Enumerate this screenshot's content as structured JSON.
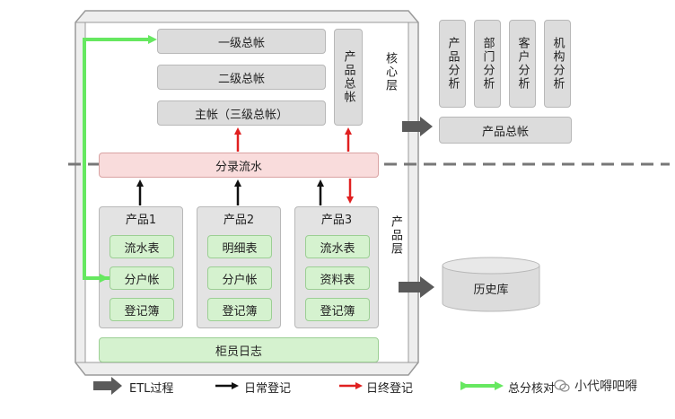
{
  "core": {
    "ledger_level1": "一级总帐",
    "ledger_level2": "二级总帐",
    "main_ledger": "主帐（三级总帐）",
    "product_ledger_vertical": "产品总帐",
    "layer_label": "核心层"
  },
  "analysis": {
    "items": [
      "产品分析",
      "部门分析",
      "客户分析",
      "机构分析"
    ],
    "product_ledger": "产品总帐"
  },
  "journal": {
    "label": "分录流水"
  },
  "products": [
    {
      "title": "产品1",
      "items": [
        "流水表",
        "分户帐",
        "登记簿"
      ]
    },
    {
      "title": "产品2",
      "items": [
        "明细表",
        "分户帐",
        "登记簿"
      ]
    },
    {
      "title": "产品3",
      "items": [
        "流水表",
        "资料表",
        "登记簿"
      ]
    }
  ],
  "product_layer_label": "产品层",
  "teller_log": "柜员日志",
  "history_db": "历史库",
  "legend": {
    "etl": "ETL过程",
    "daily": "日常登记",
    "eod": "日终登记",
    "sub_total": "总分核对"
  },
  "watermark": "小代嘚吧嘚",
  "colors": {
    "red": "#e02020",
    "green": "#66e860",
    "black": "#111111",
    "gray_arrow": "#5a5a5a"
  }
}
